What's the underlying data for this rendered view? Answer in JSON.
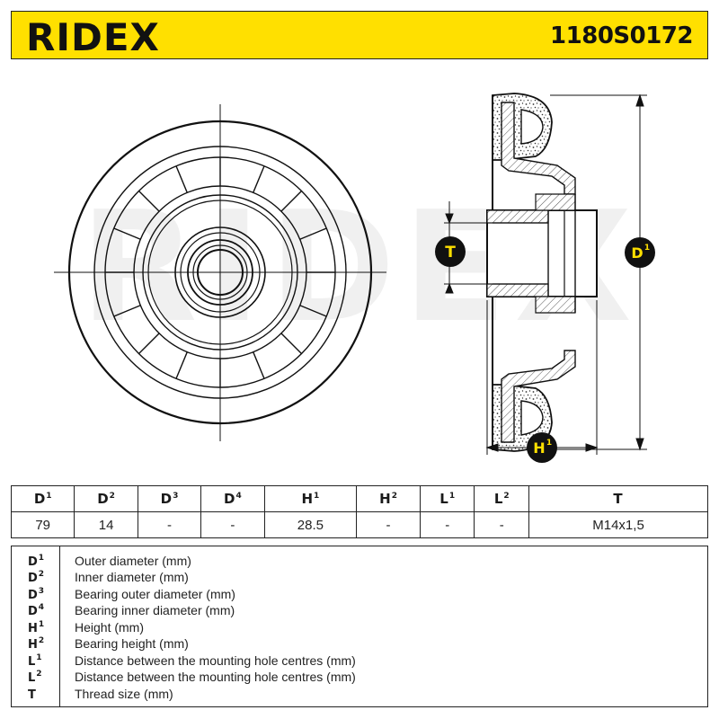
{
  "header": {
    "brand": "RIDEX",
    "part_number": "1180S0172"
  },
  "drawing": {
    "watermark": "RIDEX",
    "label_thread": "T",
    "label_outer": "D",
    "label_outer_sup": "1",
    "label_height": "H",
    "label_height_sup": "1"
  },
  "spec_table": {
    "columns": [
      {
        "sym": "D",
        "sup": "1",
        "value": "79"
      },
      {
        "sym": "D",
        "sup": "2",
        "value": "14"
      },
      {
        "sym": "D",
        "sup": "3",
        "value": "-"
      },
      {
        "sym": "D",
        "sup": "4",
        "value": "-"
      },
      {
        "sym": "H",
        "sup": "1",
        "value": "28.5"
      },
      {
        "sym": "H",
        "sup": "2",
        "value": "-"
      },
      {
        "sym": "L",
        "sup": "1",
        "value": "-"
      },
      {
        "sym": "L",
        "sup": "2",
        "value": "-"
      },
      {
        "sym": "T",
        "sup": "",
        "value": "M14x1,5"
      }
    ]
  },
  "legend": [
    {
      "sym": "D",
      "sup": "1",
      "desc": "Outer diameter (mm)"
    },
    {
      "sym": "D",
      "sup": "2",
      "desc": "Inner diameter (mm)"
    },
    {
      "sym": "D",
      "sup": "3",
      "desc": "Bearing outer diameter (mm)"
    },
    {
      "sym": "D",
      "sup": "4",
      "desc": "Bearing inner diameter (mm)"
    },
    {
      "sym": "H",
      "sup": "1",
      "desc": "Height (mm)"
    },
    {
      "sym": "H",
      "sup": "2",
      "desc": "Bearing height (mm)"
    },
    {
      "sym": "L",
      "sup": "1",
      "desc": "Distance between the mounting hole centres (mm)"
    },
    {
      "sym": "L",
      "sup": "2",
      "desc": "Distance between the mounting hole centres (mm)"
    },
    {
      "sym": "T",
      "sup": "",
      "desc": "Thread size (mm)"
    }
  ]
}
